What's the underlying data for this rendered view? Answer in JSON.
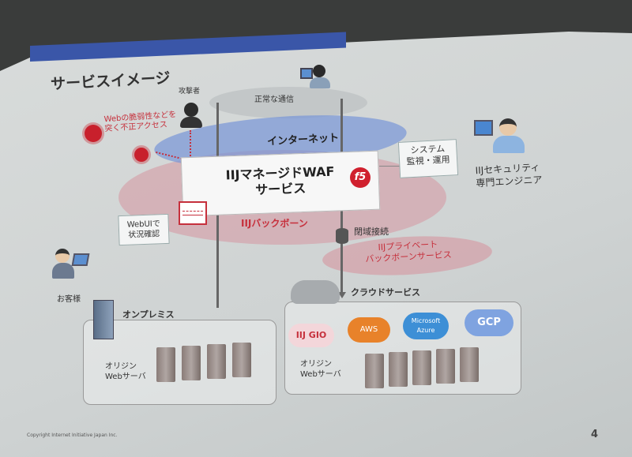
{
  "title": "サービスイメージ",
  "attacker_label": "攻撃者",
  "attack_text": [
    "Webの脆弱性などを",
    "突く不正アクセス"
  ],
  "normal_traffic": "正常な通信",
  "internet": "インターネット",
  "waf": [
    "IIJマネージドWAF",
    "サービス"
  ],
  "f5_logo": "f5",
  "monitoring": [
    "システム",
    "監視・運用"
  ],
  "engineer": [
    "IIJセキュリティ",
    "専門エンジニア"
  ],
  "webui": [
    "WebUIで",
    "状況確認"
  ],
  "backbone": "IIJバックボーン",
  "closed_connection": "閉域接続",
  "private_backbone": [
    "IIJプライベート",
    "バックボーンサービス"
  ],
  "customer": "お客様",
  "cloud_service": "クラウドサービス",
  "onpremise": "オンプレミス",
  "origin_web_server": [
    "オリジン",
    "Webサーバ"
  ],
  "clouds": [
    "IIJ GIO",
    "AWS",
    "Microsoft Azure",
    "GCP"
  ],
  "copyright": "Copyright Internet Initiative Japan Inc.",
  "page_number": "4",
  "colors": {
    "accent_red": "#c6303c",
    "band_blue": "#3a56a8",
    "aws": "#e8822a",
    "azure": "#3d8fd6",
    "gcp": "#7fa3e0"
  }
}
